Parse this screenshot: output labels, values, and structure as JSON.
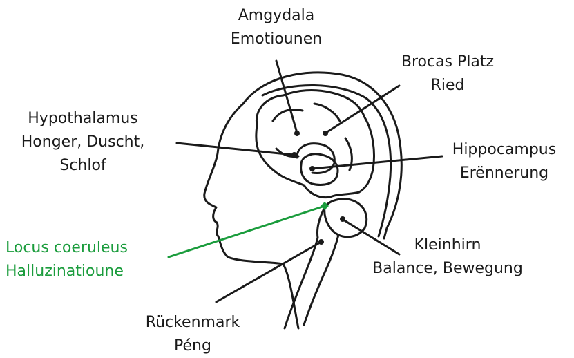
{
  "colors": {
    "ink": "#1a1a1a",
    "accent": "#1a9c3c",
    "background": "#ffffff"
  },
  "labels": {
    "amygdala": {
      "name": "Amgydala",
      "function": "Emotiounen"
    },
    "broca": {
      "name": "Brocas Platz",
      "function": "Ried"
    },
    "hypothalamus": {
      "name": "Hypothalamus",
      "function": "Honger, Duscht,",
      "function2": "Schlof"
    },
    "hippocampus": {
      "name": "Hippocampus",
      "function": "Erënnerung"
    },
    "locus": {
      "name": "Locus coeruleus",
      "function": "Halluzinatioune"
    },
    "kleinhirn": {
      "name": "Kleinhirn",
      "function": "Balance, Bewegung"
    },
    "rueckenmark": {
      "name": "Rückenmark",
      "function": "Péng"
    }
  }
}
